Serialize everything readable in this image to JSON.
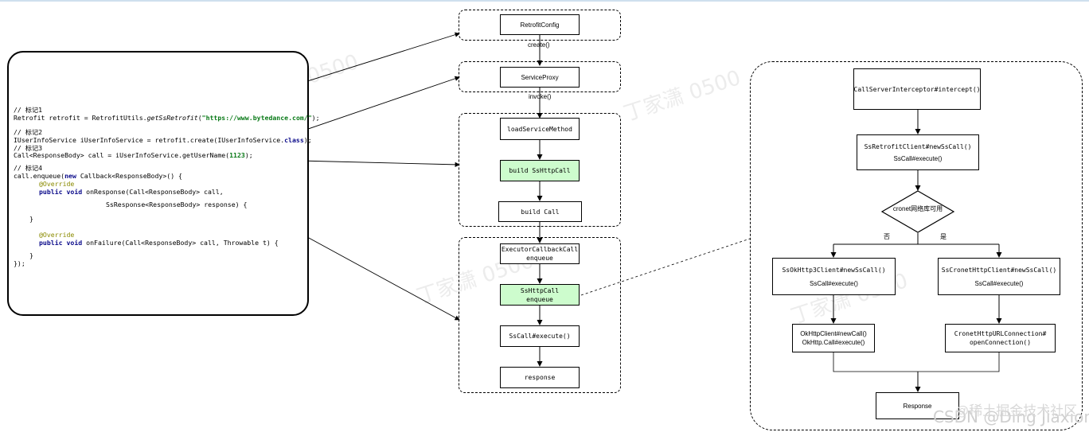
{
  "code": {
    "comment1": "// 标记1",
    "line1_pre": "Retrofit retrofit = RetrofitUtils.",
    "line1_method": "getSsRetrofit",
    "line1_open": "(",
    "line1_str": "\"https://www.bytedance.com/\"",
    "line1_post": ");",
    "comment2": "// 标记2",
    "line2_pre": "IUserInfoService iUserInfoService = retrofit.create(IUserInfoService.",
    "line2_kw": "class",
    "line2_post": ");",
    "comment3": "// 标记3",
    "line3_pre": "Call<ResponseBody> call = iUserInfoService.getUserName(",
    "line3_num": "1123",
    "line3_post": ");",
    "comment4": "// 标记4",
    "line4_pre": "call.enqueue(",
    "line4_kw": "new",
    "line4_post": " Callback<ResponseBody>() {",
    "override1": "@Override",
    "line5_kw": "public void",
    "line5_post": " onResponse(Call<ResponseBody> call,",
    "line6": "SsResponse<ResponseBody> response) {",
    "line7": "}",
    "override2": "@Override",
    "line8_kw": "public void",
    "line8_post": " onFailure(Call<ResponseBody> call, Throwable t) {",
    "line9": "}",
    "line10": "});"
  },
  "flow": {
    "retrofit_config": "RetrofitConfig",
    "create_label": "create()",
    "service_proxy": "ServiceProxy",
    "invoke_label": "invoke()",
    "load_service_method": "loadServiceMethod",
    "build_sshttpcall": "build SsHttpCall",
    "build_call": "build Call",
    "executor_callback": "ExecutorCallbackCall\nenqueue",
    "sshttpcall_enqueue": "SsHttpCall\nenqueue",
    "sscall_execute": "SsCall#execute()",
    "response": "response"
  },
  "detail": {
    "interceptor": "CallServerInterceptor#intercept()",
    "retrofit_client_line1": "SsRetrofitClient#newSsCall()",
    "retrofit_client_line2": "SsCall#execute()",
    "decision": "cronet网络库可用",
    "no_label": "否",
    "yes_label": "是",
    "okhttp_client_line1": "SsOkHttp3Client#newSsCall()",
    "okhttp_client_line2": "SsCall#execute()",
    "cronet_client_line1": "SsCronetHttpClient#newSsCall()",
    "cronet_client_line2": "SsCall#execute()",
    "okhttp_call": "OkHttpClient#newCall()\nOkHttp.Call#execute()",
    "cronet_conn": "CronetHttpURLConnection#\nopenConnection()",
    "final_response": "Response"
  },
  "watermarks": {
    "wm1": "丁家潇 0500",
    "wm2": "丁家潇 0500",
    "wm3": "丁家潇 0500",
    "wm4": "丁家潇 0500",
    "wm5": "丁家潇 0500",
    "csdn": "CSDN @Ding Jiaxiong",
    "juejin": "@稀土掘金技术社区"
  },
  "colors": {
    "highlight_green": "#cdfccd",
    "keyword_blue": "#0a0a8a",
    "string_green": "#0a7a18",
    "annotation_olive": "#8a8a00"
  }
}
